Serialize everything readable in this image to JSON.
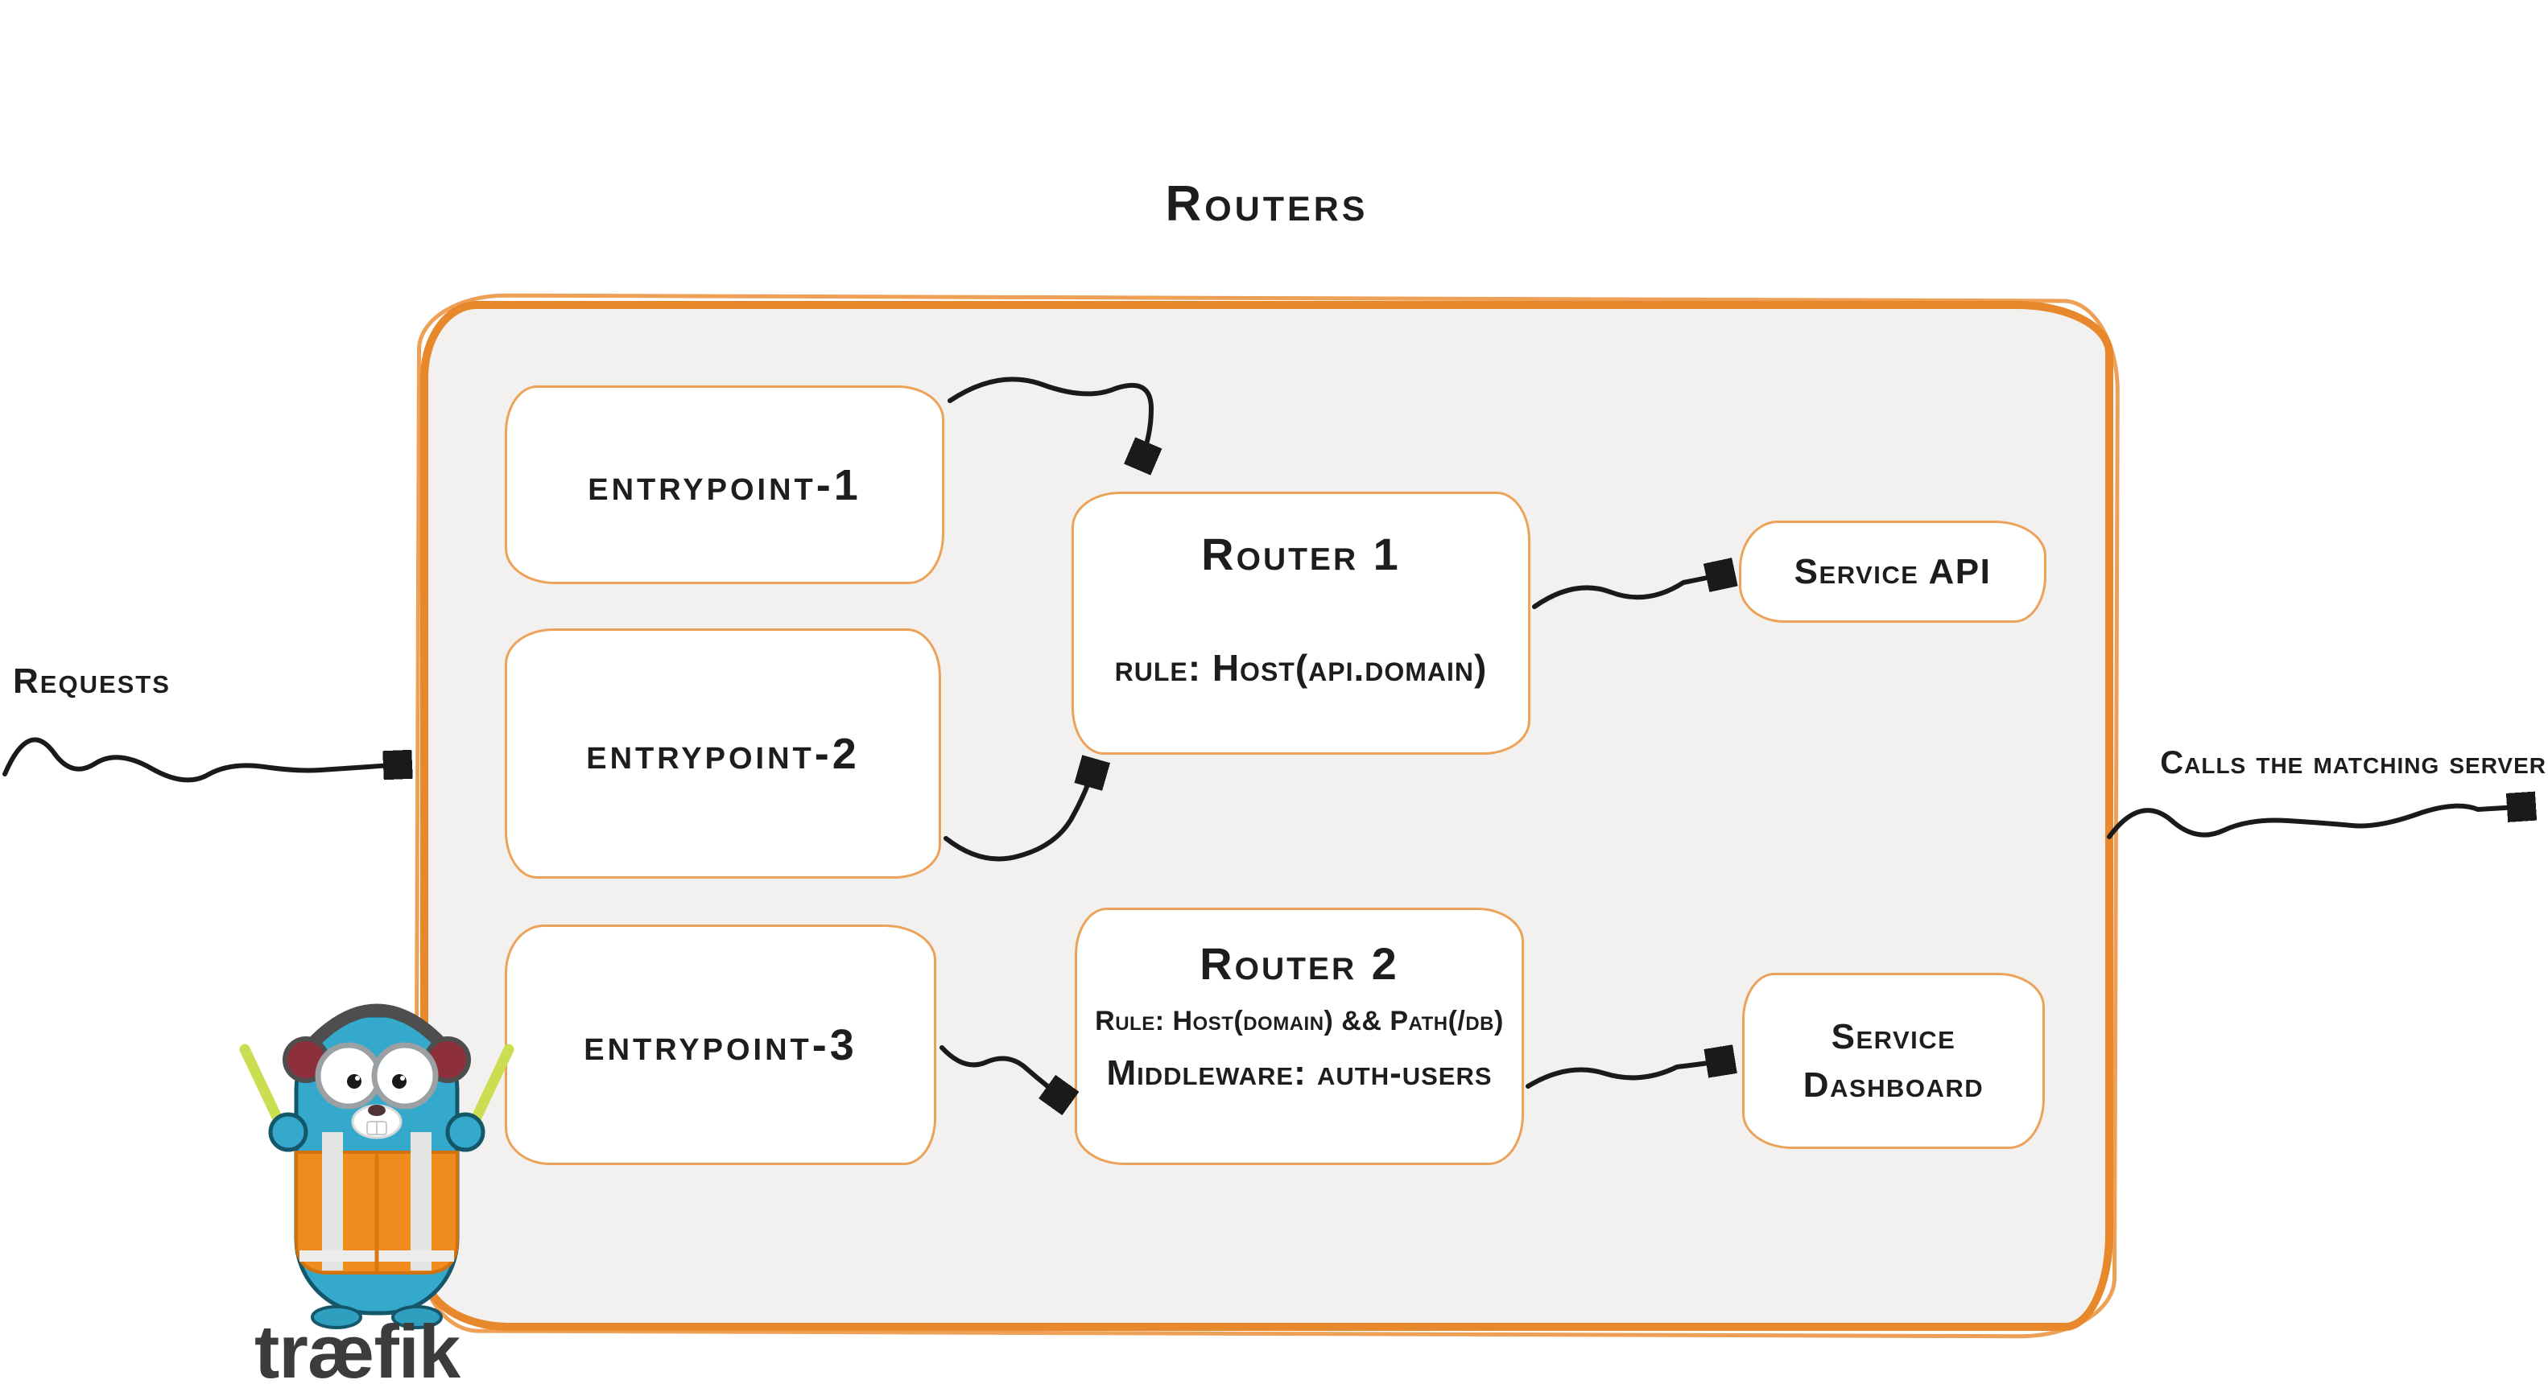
{
  "title": "Routers",
  "outside_labels": {
    "requests": "Requests",
    "calls_matching_server": "Calls the matching server"
  },
  "entrypoints": [
    {
      "label": "entrypoint-1"
    },
    {
      "label": "entrypoint-2"
    },
    {
      "label": "entrypoint-3"
    }
  ],
  "routers": [
    {
      "title": "Router 1",
      "rule": "rule: Host(api.domain)"
    },
    {
      "title": "Router 2",
      "rule": "Rule: Host(domain) && Path(/db)",
      "middleware": "Middleware: auth-users"
    }
  ],
  "services": [
    {
      "label": "Service API"
    },
    {
      "label": "Service Dashboard"
    }
  ],
  "connections": [
    {
      "from": "requests",
      "to": "routers-container"
    },
    {
      "from": "entrypoint-1",
      "to": "router-1"
    },
    {
      "from": "entrypoint-2",
      "to": "router-1"
    },
    {
      "from": "entrypoint-3",
      "to": "router-2"
    },
    {
      "from": "router-1",
      "to": "service-api"
    },
    {
      "from": "router-2",
      "to": "service-dashboard"
    },
    {
      "from": "routers-container",
      "to": "calls-the-matching-server"
    }
  ],
  "logo": {
    "wordmark": "træfik"
  },
  "colors": {
    "container_border": "#E8882C",
    "box_border": "#ECA258",
    "container_fill": "#F2F1EF",
    "box_fill": "#FFFFFF",
    "text": "#1D1D1D",
    "arrow": "#1A1A1A",
    "mascot_blue": "#35A9CB",
    "vest_orange": "#F08C1E",
    "wordmark_gray": "#3C3C3C"
  }
}
